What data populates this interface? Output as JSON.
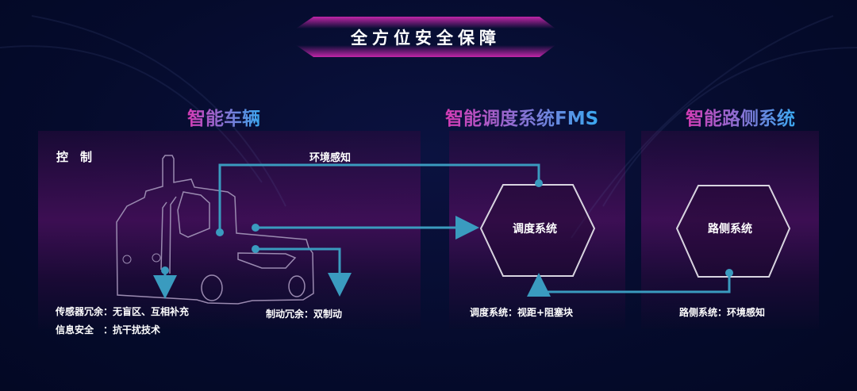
{
  "title": "全方位安全保障",
  "sections": {
    "vehicle": {
      "heading": "智能车辆",
      "control_label": "控　制",
      "perception_label": "环境感知",
      "sensor_note": "传感器冗余：无盲区、互相补充",
      "security_note": "信息安全　：抗干扰技术",
      "brake_note": "制动冗余：双制动"
    },
    "fms": {
      "heading": "智能调度系统FMS",
      "node_label": "调度系统",
      "note": "调度系统：视距+阻塞块"
    },
    "roadside": {
      "heading": "智能路侧系统",
      "node_label": "路侧系统",
      "note": "路侧系统：环境感知"
    }
  },
  "colors": {
    "connector": "#3a9bbf",
    "accent_magenta": "#c026a8",
    "accent_blue": "#3aa8f0"
  }
}
